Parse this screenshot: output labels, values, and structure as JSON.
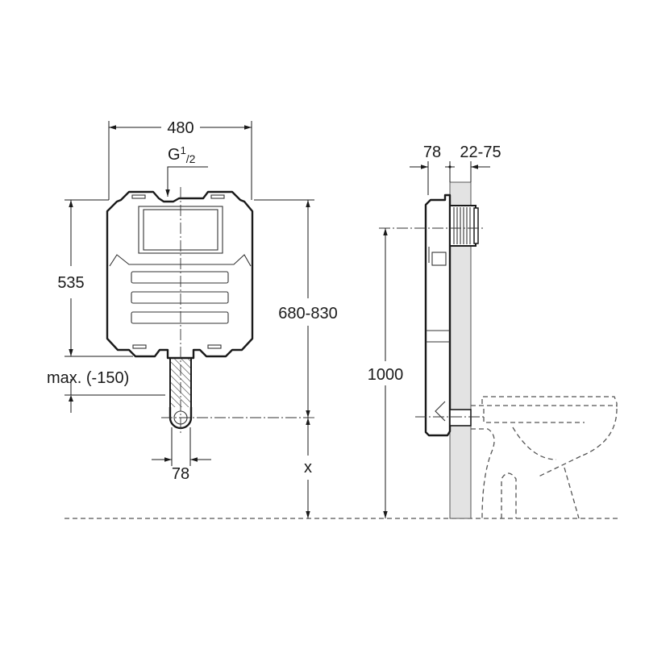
{
  "front_view": {
    "width_label": "480",
    "inlet_label_main": "G",
    "inlet_label_sup": "1",
    "inlet_label_sub": "/2",
    "height_label": "535",
    "outlet_height_label": "680-830",
    "max_label": "max. (-150)",
    "outlet_width_label": "78",
    "floor_offset_label": "x"
  },
  "side_view": {
    "depth_label": "78",
    "wall_label": "22-75",
    "height_label": "1000"
  },
  "colors": {
    "line": "#1a1a1a",
    "wall": "#e3e3e3"
  }
}
